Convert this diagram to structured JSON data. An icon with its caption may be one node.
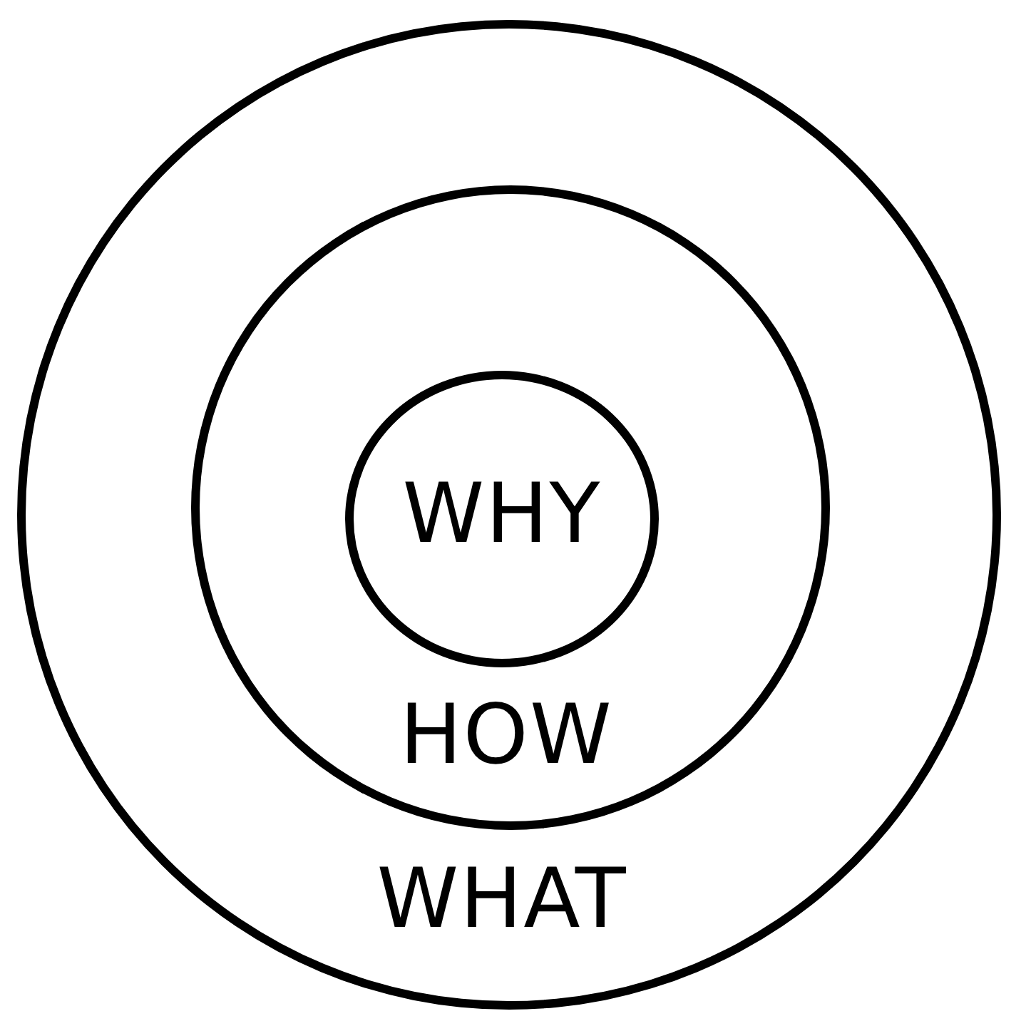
{
  "diagram": {
    "nodes": [
      {
        "text": [
          "WHAT"
        ]
      },
      {
        "text": [
          "HOW"
        ],
        "in": 0
      },
      {
        "text": [
          "WHY"
        ],
        "in": 1
      }
    ]
  }
}
